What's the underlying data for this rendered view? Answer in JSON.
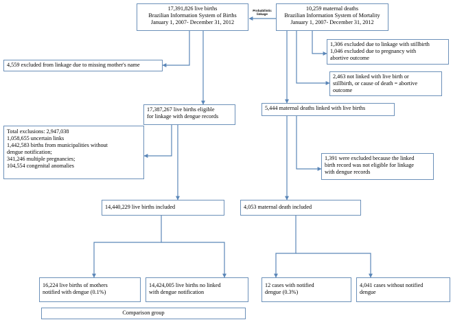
{
  "colors": {
    "border": "#6a8fb8",
    "arrow": "#5a86b8"
  },
  "births_source": {
    "l1": "17,391,826  live births",
    "l2": "Brazilian Information System of Births",
    "l3": "January 1, 2007-  December 31, 2012"
  },
  "deaths_source": {
    "l1": "10,259  maternal deaths",
    "l2": "Brazilian Information System of Mortality",
    "l3": "January 1, 2007-  December 31, 2012"
  },
  "linkage_label": {
    "l1": "Probabilistic",
    "l2": "linkage"
  },
  "excl_name": "4,559  excluded from linkage due to missing mother's name",
  "excl_stillbirth": {
    "l1": "1,306  excluded due to linkage with stillbirth",
    "l2": "1,046  excluded due to pregnancy with",
    "l3": "abortive outcome"
  },
  "not_linked": {
    "l1": "2,463  not linked with live birth or",
    "l2": "stillbirth, or cause of death = abortive",
    "l3": "outcome"
  },
  "eligible_births": {
    "l1": "17,387,267  live births eligible",
    "l2": "for linkage with dengue records"
  },
  "linked_deaths": "5,444  maternal deaths linked with live births",
  "total_exclusions": {
    "l1": "Total exclusions:  2,947,038",
    "l2": "1,058,655   uncertain links",
    "l3": "1,442,583  births from municipalities without",
    "l4": "dengue notification;",
    "l5": "341,246  multiple pregnancies;",
    "l6": "104,554  congenital anomalies"
  },
  "excl_1391": {
    "l1": "1,391  were excluded because the linked",
    "l2": "birth record was not eligible for linkage",
    "l3": "with dengue records"
  },
  "births_included": "14,440,229  live births included",
  "deaths_included": "4,053  maternal death included",
  "dengue_births": {
    "l1": "16,224  live births of mothers",
    "l2": "notified with dengue (0.1%)"
  },
  "no_dengue_births": {
    "l1": "14,424,005  live births no linked",
    "l2": "with dengue notification"
  },
  "dengue_cases": {
    "l1": "12  cases with notified",
    "l2": "dengue (0.3%)"
  },
  "no_dengue_cases": {
    "l1": "4,041  cases without notified",
    "l2": "dengue"
  },
  "comparison_group": "Comparison group"
}
